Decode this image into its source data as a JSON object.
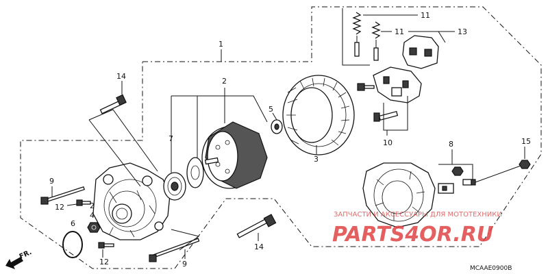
{
  "callouts": {
    "c1": "1",
    "c2": "2",
    "c2b": "2",
    "c3": "3",
    "c4": "4",
    "c5": "5",
    "c6": "6",
    "c7": "7",
    "c8": "8",
    "c9a": "9",
    "c9b": "9",
    "c10": "10",
    "c11a": "11",
    "c11b": "11",
    "c12a": "12",
    "c12b": "12",
    "c13": "13",
    "c14a": "14",
    "c14b": "14",
    "c15": "15"
  },
  "watermark": {
    "tagline": "ЗАПЧАСТИ И АКСЕССУАРЫ ДЛЯ МОТОТЕХНИКИ",
    "logo": "PARTS4OR.RU"
  },
  "diagram_code": "MCAAE0900B",
  "direction_label": "FR."
}
